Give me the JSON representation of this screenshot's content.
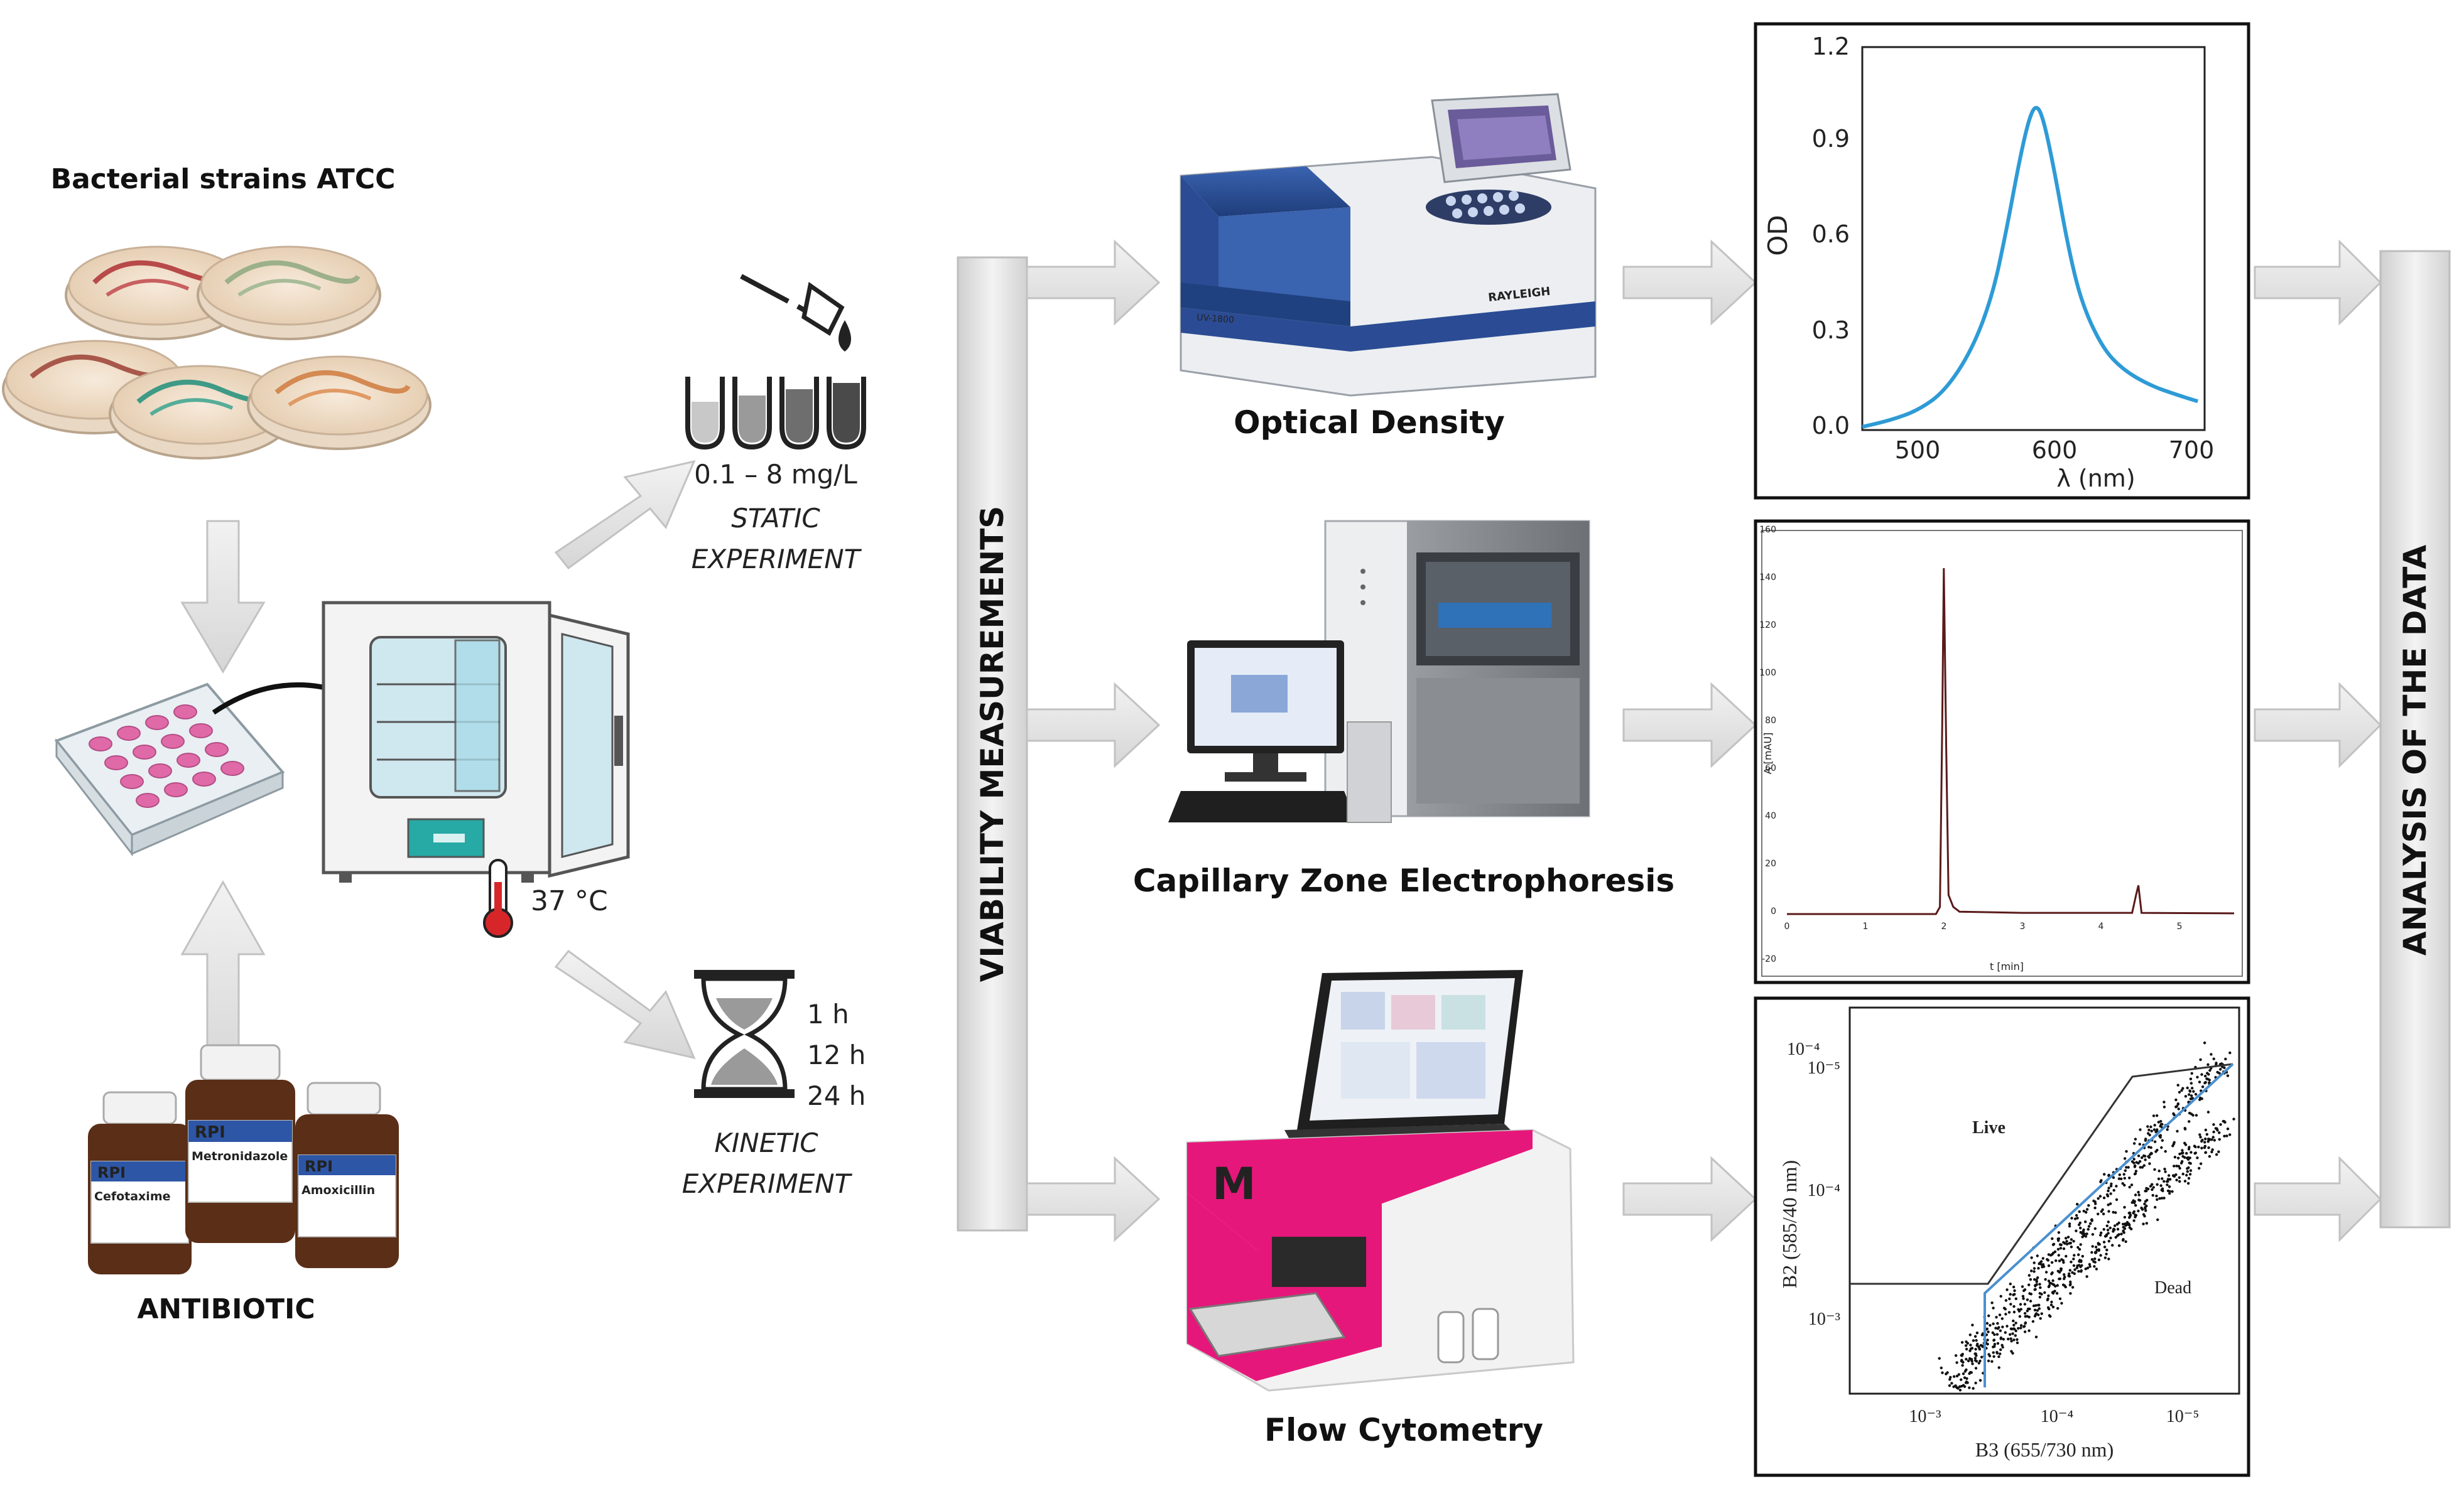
{
  "labels": {
    "bacterial_strains": "Bacterial strains ATCC",
    "antibiotic": "ANTIBIOTIC",
    "temperature": "37 °C",
    "concentration": "0.1 – 8 mg/L",
    "static_1": "STATIC",
    "static_2": "EXPERIMENT",
    "kinetic_1": "KINETIC",
    "kinetic_2": "EXPERIMENT",
    "time_1": "1 h",
    "time_2": "12 h",
    "time_3": "24 h",
    "viability": "VIABILITY MEASUREMENTS",
    "analysis": "ANALYSIS OF THE DATA",
    "optical_density": "Optical Density",
    "cze": "Capillary Zone Electrophoresis",
    "flow_cytometry": "Flow Cytometry"
  },
  "bottle_labels": {
    "brand": "RPI",
    "cefotaxime": "Cefotaxime",
    "metronidazole": "Metronidazole",
    "amoxicillin": "Amoxicillin"
  },
  "instrument_labels": {
    "rayleigh": "RAYLEIGH",
    "model": "UV-1800"
  },
  "od_chart": {
    "ylabel": "OD",
    "xlabel": "λ (nm)",
    "yticks": [
      "0.0",
      "0.3",
      "0.6",
      "0.9",
      "1.2"
    ],
    "xticks": [
      "500",
      "600",
      "700"
    ]
  },
  "cze_chart": {
    "ylabel": "A [mAU]",
    "xlabel": "t [min]",
    "yticks": [
      "-20",
      "0",
      "20",
      "40",
      "60",
      "80",
      "100",
      "120",
      "140",
      "160"
    ],
    "xticks": [
      "0",
      "1",
      "2",
      "3",
      "4",
      "5"
    ]
  },
  "fc_chart": {
    "ylabel": "B2 (585/40 nm)",
    "xlabel": "B3 (655/730 nm)",
    "corner_label": "10⁻⁴",
    "yticks": [
      "10⁻⁵",
      "10⁻⁴",
      "10⁻³"
    ],
    "xticks": [
      "10⁻³",
      "10⁻⁴",
      "10⁻⁵"
    ],
    "live": "Live",
    "dead": "Dead"
  },
  "colors": {
    "arrow_fill": "#e6e6e6",
    "arrow_stroke": "#bdbdbd",
    "od_curve": "#2e9bd6",
    "cze_trace": "#5a1a1a",
    "live": "#b01818",
    "dead": "#3a78c2",
    "gate_line": "#4a90d0",
    "cytometer_pink": "#e6177a",
    "teal": "#27a9a5"
  },
  "chart_data": [
    {
      "type": "line",
      "xlabel": "λ (nm)",
      "ylabel": "OD",
      "xlim": [
        460,
        710
      ],
      "ylim": [
        0,
        1.2
      ],
      "series": [
        {
          "x": [
            460,
            480,
            500,
            520,
            540,
            555,
            565,
            575,
            582,
            587,
            592,
            600,
            610,
            620,
            635,
            650,
            670,
            690,
            705
          ],
          "values": [
            0.01,
            0.03,
            0.06,
            0.12,
            0.25,
            0.42,
            0.62,
            0.85,
            0.98,
            1.02,
            0.98,
            0.82,
            0.58,
            0.4,
            0.26,
            0.19,
            0.14,
            0.11,
            0.09
          ]
        }
      ]
    },
    {
      "type": "line",
      "xlabel": "t [min]",
      "ylabel": "A [mAU]",
      "xlim": [
        0,
        5.7
      ],
      "ylim": [
        -20,
        160
      ],
      "series": [
        {
          "x": [
            0,
            1.0,
            1.9,
            1.95,
            1.98,
            2.0,
            2.03,
            2.06,
            2.12,
            2.2,
            3.0,
            4.4,
            4.45,
            4.48,
            4.52,
            5.7
          ],
          "values": [
            0,
            0,
            0,
            3,
            80,
            145,
            70,
            8,
            3,
            1,
            0.5,
            0.5,
            8,
            12,
            0.5,
            0.3
          ]
        }
      ]
    }
  ]
}
